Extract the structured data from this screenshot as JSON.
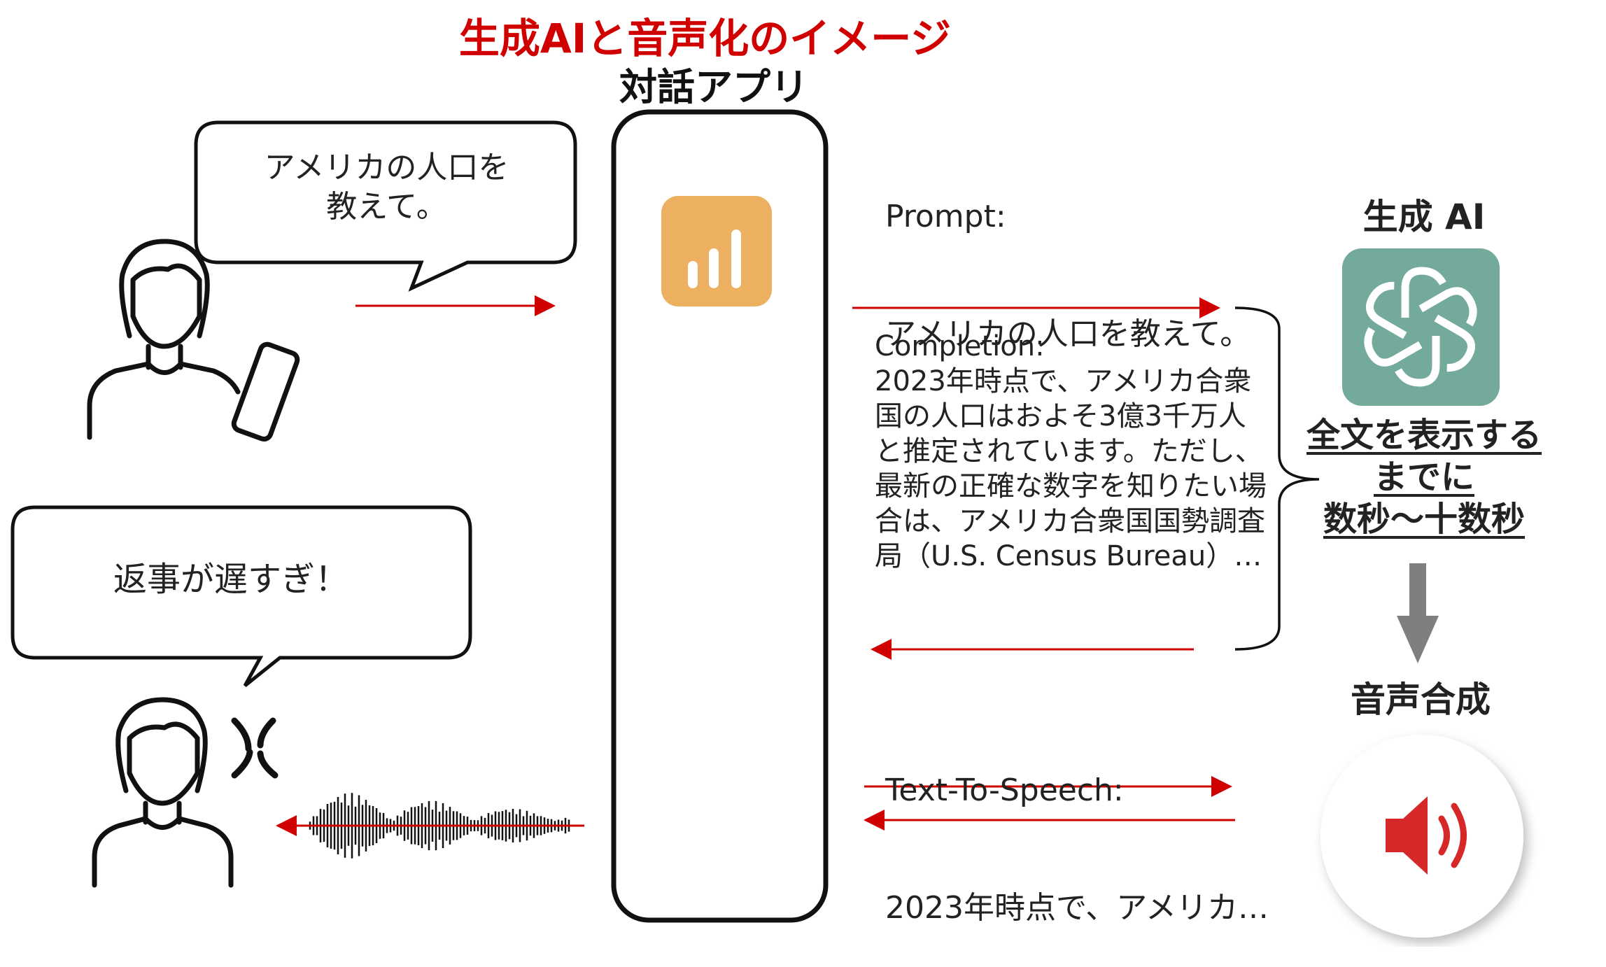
{
  "title": "生成AIと音声化のイメージ",
  "app_label": "対話アプリ",
  "user_bubble": [
    "アメリカの人口を",
    "教えて。"
  ],
  "angry_bubble": "返事が遅すぎ！",
  "prompt": {
    "label": "Prompt:",
    "text": "アメリカの人口を教えて。"
  },
  "completion": {
    "label": "Completion:",
    "text": "2023年時点で、アメリカ合衆国の人口はおよそ3億3千万人と推定されています。ただし、最新の正確な数字を知りたい場合は、アメリカ合衆国国勢調査局（U.S. Census Bureau）…"
  },
  "tts": {
    "label": "Text-To-Speech:",
    "text": "2023年時点で、アメリカ…"
  },
  "ai": {
    "title": "生成 AI",
    "note": [
      "全文を表示する",
      "までに",
      "数秒～十数秒"
    ],
    "icon": "openai-logo-icon"
  },
  "synthesis_label": "音声合成",
  "colors": {
    "accent_red": "#d00000",
    "ai_green": "#74aa9c",
    "app_orange": "#ecb060",
    "gray_arrow": "#7f7f7f"
  }
}
